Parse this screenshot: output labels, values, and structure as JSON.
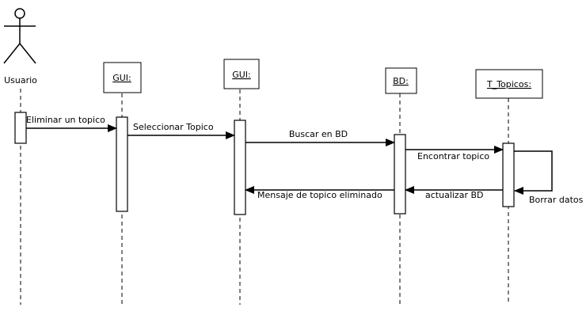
{
  "actor": {
    "name": "Usuario"
  },
  "participants": [
    {
      "id": "gui1",
      "label": "GUI:"
    },
    {
      "id": "gui2",
      "label": "GUI:"
    },
    {
      "id": "bd",
      "label": "BD:"
    },
    {
      "id": "topicos",
      "label": "T_Topicos:"
    }
  ],
  "messages": [
    {
      "id": "m1",
      "label": "Eliminar un topico",
      "kind": "call"
    },
    {
      "id": "m2",
      "label": "Seleccionar Topico",
      "kind": "call"
    },
    {
      "id": "m3",
      "label": "Buscar en BD",
      "kind": "call"
    },
    {
      "id": "m4",
      "label": "Encontrar topico",
      "kind": "call"
    },
    {
      "id": "m5",
      "label": "Borrar datos",
      "kind": "self"
    },
    {
      "id": "m6",
      "label": "actualizar BD",
      "kind": "return"
    },
    {
      "id": "m7",
      "label": "Mensaje de topico eliminado",
      "kind": "return"
    }
  ]
}
